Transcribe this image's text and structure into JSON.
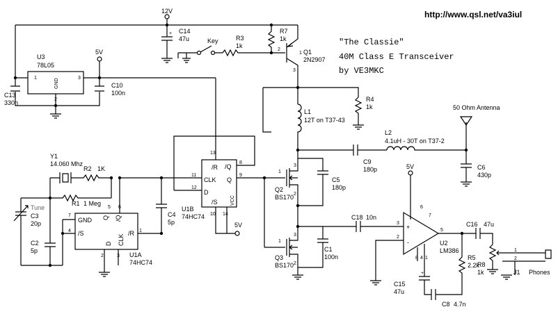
{
  "header": {
    "url": "http://www.qsl.net/va3iul",
    "title_lines": [
      "\"The Classie\"",
      "40M Class E Transceiver",
      "by VE3MKC"
    ]
  },
  "supply": {
    "v12": "12V",
    "v5a": "5V",
    "v5b": "5V",
    "v5c": "5V"
  },
  "labels": {
    "u3": "U3",
    "u3_part": "78L05",
    "u3_gnd": "GND",
    "c13": "C13",
    "c13_val": "330n",
    "c10": "C10",
    "c10_val": "100n",
    "c14": "C14",
    "c14_val": "47u",
    "key": "Key",
    "r3": "R3",
    "r3_val": "1k",
    "r7": "R7",
    "r7_val": "1k",
    "q1": "Q1",
    "q1_part": "2N2907",
    "r4": "R4",
    "r4_val": "1k",
    "l1": "L1",
    "l1_val": "12T on T37-43",
    "antenna": "50 Ohm Antenna",
    "l2": "L2",
    "l2_val": "4.1uH - 30T on T37-2",
    "c9": "C9",
    "c9_val": "180p",
    "c6": "C6",
    "c6_val": "430p",
    "c5": "C5",
    "c5_val": "180p",
    "q2": "Q2",
    "q2_part": "BS170",
    "q3": "Q3",
    "q3_part": "BS170",
    "y1": "Y1",
    "y1_val": "14.060 Mhz",
    "r2": "R2",
    "r2_val": "1K",
    "r1": "R1",
    "r1_val": "1 Meg",
    "tune": "Tune",
    "c3": "C3",
    "c3_val": "20p",
    "c2": "C2",
    "c2_val": "5p",
    "c4": "C4",
    "c4_val": "5p",
    "u1b": "U1B",
    "u1b_part": "74HC74",
    "u1a": "U1A",
    "u1a_part": "74HC74",
    "c18": "C18",
    "c18_val": "10n",
    "c1": "C1",
    "c1_val": "100n",
    "u2": "U2",
    "u2_part": "LM386",
    "c16": "C16",
    "c16_val": "47u",
    "r5": "R5",
    "r5_val": "2.2k",
    "r8": "R8",
    "r8_val": "1k",
    "c15": "C15",
    "c15_val": "47u",
    "c8": "C8",
    "c8_val": "4.7n",
    "j1": "J1",
    "j1_label": "Phones"
  },
  "pins": {
    "u3_1": "1",
    "u3_2": "2",
    "u3_3": "3",
    "q1_1": "1",
    "q1_2": "2",
    "q1_3": "3",
    "ff_r": "/R",
    "ff_clk": "CLK",
    "ff_d": "D",
    "ff_s": "/S",
    "ff_q": "Q",
    "ff_nq": "/Q",
    "ff_vcc": "VCC",
    "u1b_13": "13",
    "u1b_11": "11",
    "u1b_12": "12",
    "u1b_10": "10",
    "u1b_8": "8",
    "u1b_9": "9",
    "u1b_14": "14",
    "u1a_gnd": "GND",
    "u1a_s": "/S",
    "u1a_d": "D",
    "u1a_clk": "CLK",
    "u1a_q": "Q",
    "u1a_nq": "/Q",
    "u1a_r": "/R",
    "u1a_7": "7",
    "u1a_4": "4",
    "u1a_2": "2",
    "u1a_3": "3",
    "u1a_5": "5",
    "u1a_6": "6",
    "u1a_1": "1",
    "q_1": "1",
    "q_2": "2",
    "q_3": "3",
    "u2_3": "3",
    "u2_2": "2",
    "u2_5": "5",
    "u2_6": "6",
    "u2_4": "4",
    "u2_8": "8",
    "u2_7": "7",
    "u2_1": "1",
    "j1_1": "1",
    "j1_2": "2",
    "plus": "+",
    "minus": "-"
  }
}
